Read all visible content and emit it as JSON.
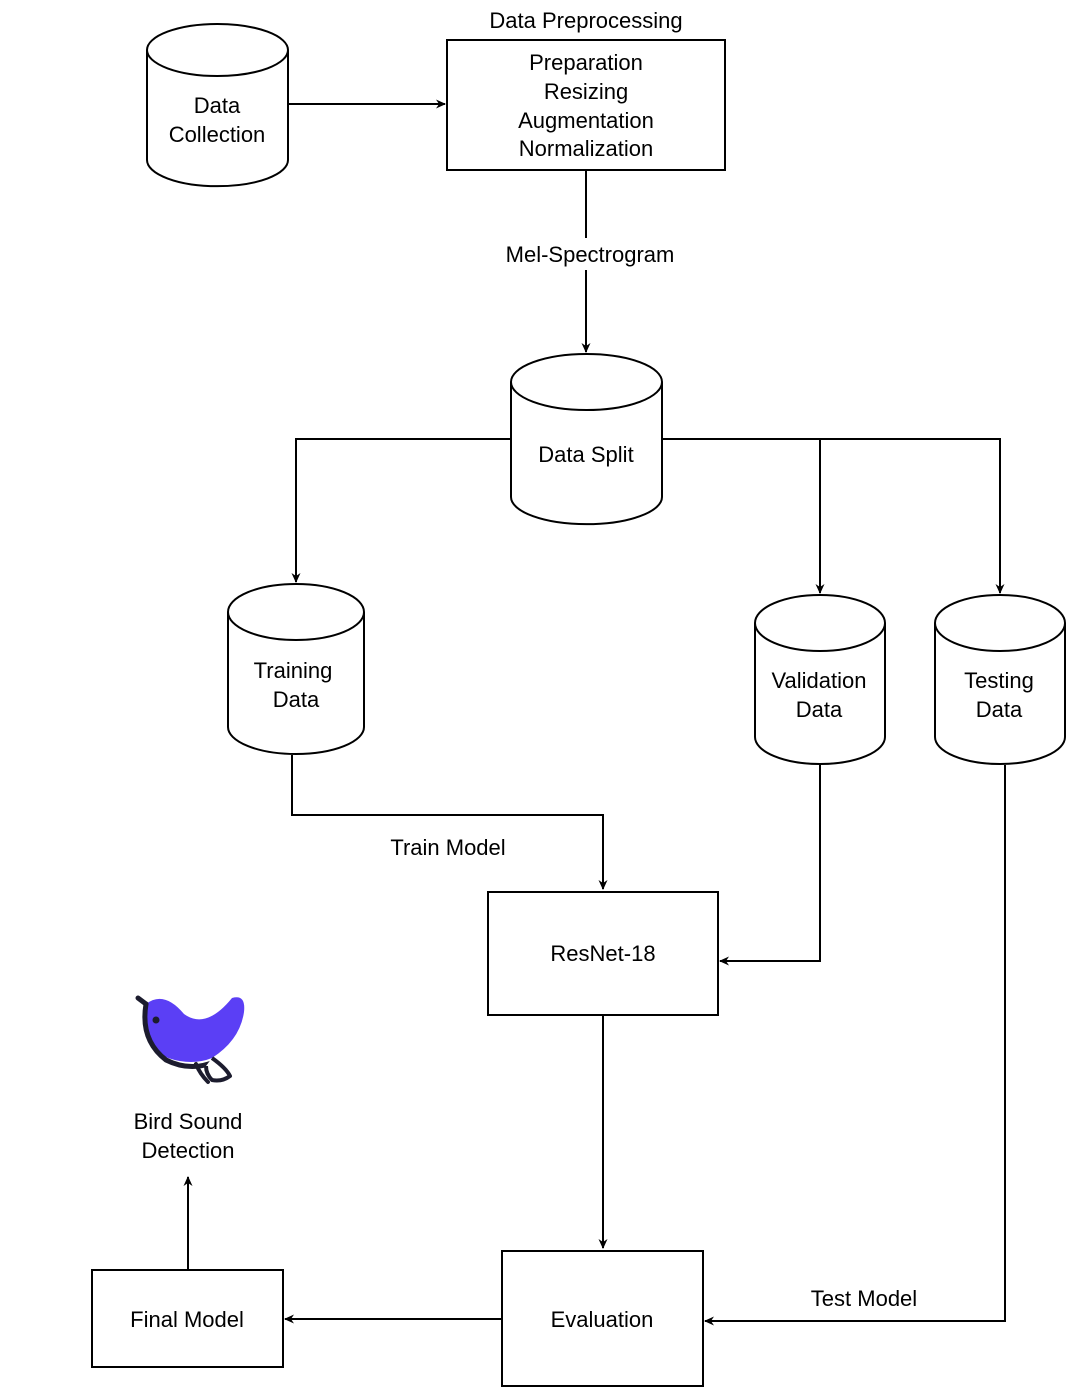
{
  "nodes": {
    "data_collection": {
      "lines": [
        "Data",
        "Collection"
      ]
    },
    "preprocessing": {
      "title": "Data Preprocessing",
      "lines": [
        "Preparation",
        "Resizing",
        "Augmentation",
        "Normalization"
      ]
    },
    "data_split": {
      "lines": [
        "Data Split"
      ]
    },
    "training_data": {
      "lines": [
        "Training",
        "Data"
      ]
    },
    "validation_data": {
      "lines": [
        "Validation",
        "Data"
      ]
    },
    "testing_data": {
      "lines": [
        "Testing",
        "Data"
      ]
    },
    "resnet": {
      "lines": [
        "ResNet-18"
      ]
    },
    "evaluation": {
      "lines": [
        "Evaluation"
      ]
    },
    "final_model": {
      "lines": [
        "Final Model"
      ]
    },
    "output": {
      "lines": [
        "Bird Sound",
        "Detection"
      ],
      "icon": "bird-icon"
    }
  },
  "edges": {
    "mel_spectrogram": "Mel-Spectrogram",
    "train_model": "Train Model",
    "test_model": "Test Model"
  },
  "colors": {
    "stroke": "#000000",
    "bird_body": "#5b3ff5",
    "bird_outline": "#1c1c2e"
  }
}
